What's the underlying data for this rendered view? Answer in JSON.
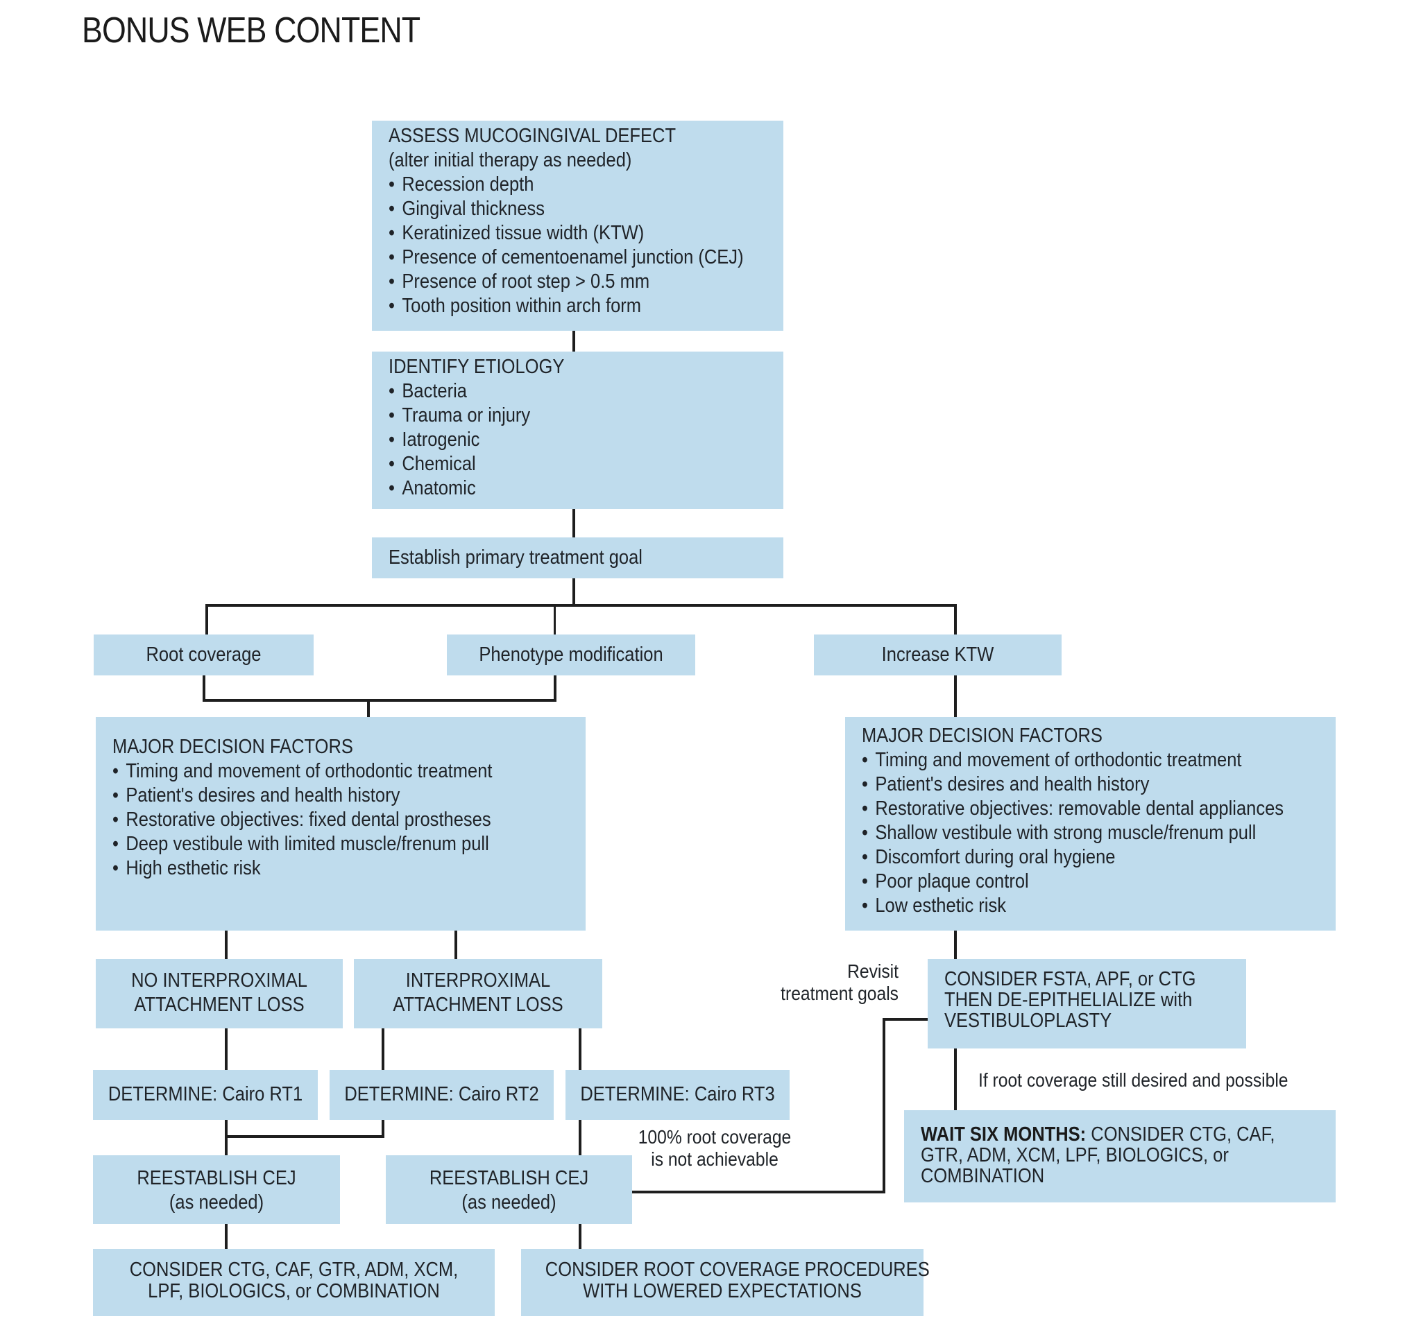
{
  "page_title": "BONUS WEB CONTENT",
  "nodes": {
    "assess": {
      "heading": "ASSESS MUCOGINGIVAL DEFECT",
      "subheading": "(alter initial therapy as needed)",
      "items": [
        "Recession depth",
        "Gingival thickness",
        "Keratinized tissue width (KTW)",
        "Presence of cementoenamel junction (CEJ)",
        "Presence of root step > 0.5 mm",
        "Tooth position within arch form"
      ]
    },
    "etiology": {
      "heading": "IDENTIFY ETIOLOGY",
      "items": [
        "Bacteria",
        "Trauma or injury",
        "Iatrogenic",
        "Chemical",
        "Anatomic"
      ]
    },
    "goal": "Establish primary treatment goal",
    "root_coverage": "Root coverage",
    "phenotype": "Phenotype modification",
    "increase_ktw": "Increase KTW",
    "mdf_left": {
      "heading": "MAJOR DECISION FACTORS",
      "items": [
        "Timing and movement of orthodontic treatment",
        "Patient's desires and health history",
        "Restorative objectives: fixed dental prostheses",
        "Deep vestibule with limited muscle/frenum pull",
        "High esthetic risk"
      ]
    },
    "mdf_right": {
      "heading": "MAJOR DECISION FACTORS",
      "items": [
        "Timing and movement of orthodontic treatment",
        "Patient's desires and health history",
        "Restorative objectives: removable dental appliances",
        "Shallow vestibule with strong muscle/frenum pull",
        "Discomfort during oral hygiene",
        "Poor plaque control",
        "Low esthetic risk"
      ]
    },
    "no_interprox": [
      "NO INTERPROXIMAL",
      "ATTACHMENT LOSS"
    ],
    "interprox": [
      "INTERPROXIMAL",
      "ATTACHMENT LOSS"
    ],
    "rt1": "DETERMINE: Cairo RT1",
    "rt2": "DETERMINE: Cairo RT2",
    "rt3": "DETERMINE: Cairo RT3",
    "reestablish_1": [
      "REESTABLISH CEJ",
      "(as needed)"
    ],
    "reestablish_2": [
      "REESTABLISH CEJ",
      "(as needed)"
    ],
    "consider_ctg": [
      "CONSIDER CTG, CAF, GTR, ADM, XCM,",
      "LPF, BIOLOGICS, or COMBINATION"
    ],
    "consider_root": [
      "CONSIDER ROOT COVERAGE PROCEDURES",
      "WITH LOWERED EXPECTATIONS"
    ],
    "consider_fsta": [
      "CONSIDER FSTA, APF, or CTG",
      "THEN DE-EPITHELIALIZE with",
      "VESTIBULOPLASTY"
    ],
    "wait": {
      "bold": "WAIT SIX MONTHS:",
      "rest_line1": " CONSIDER CTG, CAF,",
      "line2": "GTR, ADM, XCM, LPF, BIOLOGICS, or",
      "line3": "COMBINATION"
    }
  },
  "annotations": {
    "revisit": [
      "Revisit",
      "treatment goals"
    ],
    "not_achievable": [
      "100% root coverage",
      "is not achievable"
    ],
    "if_root": "If root coverage still desired and possible"
  },
  "colors": {
    "box_fill": "#bfdced",
    "line": "#1e1e1e",
    "text": "#1f2328"
  }
}
